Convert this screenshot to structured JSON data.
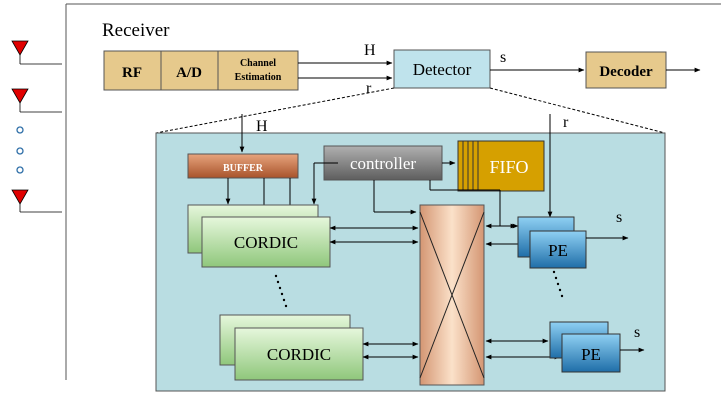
{
  "receiver": {
    "title": "Receiver",
    "frontend": {
      "rf": "RF",
      "ad": "A/D",
      "channel_estimation_line1": "Channel",
      "channel_estimation_line2": "Estimation"
    },
    "detector": "Detector",
    "decoder": "Decoder",
    "signal_H": "H",
    "signal_r": "r",
    "signal_s": "s"
  },
  "detector_detail": {
    "input_H": "H",
    "input_r": "r",
    "buffer": "BUFFER",
    "controller": "controller",
    "fifo": "FIFO",
    "cordic_top": "CORDIC",
    "cordic_bottom": "CORDIC",
    "pe_top": "PE",
    "pe_bottom": "PE",
    "output_s_top": "s",
    "output_s_bottom": "s"
  },
  "colors": {
    "frontend_fill": "#e6c98c",
    "detector_fill": "#bfe3ec",
    "decoder_fill": "#e6c98c",
    "panel_fill": "#b9dde2",
    "buffer_fill": "#c8744a",
    "controller_fill": "#808080",
    "fifo_fill": "#d6a000",
    "cordic_fill": "#b9e3a6",
    "pe_fill": "#3d8fc8",
    "switch_fill": "#e9b78f",
    "antenna": "#cc0000"
  }
}
